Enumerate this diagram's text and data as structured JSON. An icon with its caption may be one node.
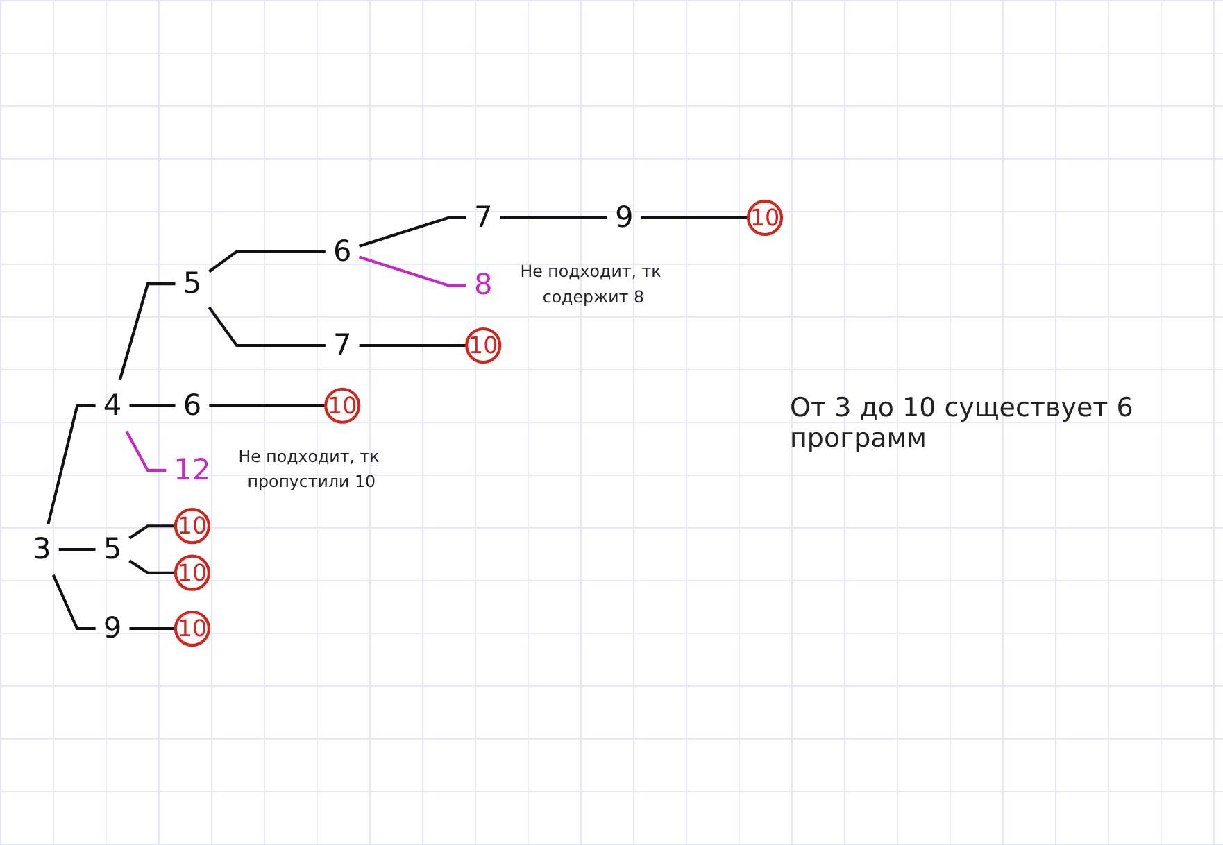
{
  "diagram": {
    "nodes": [
      {
        "text": [
          "3"
        ]
      },
      {
        "text": [
          "4"
        ]
      },
      {
        "text": [
          "5"
        ]
      },
      {
        "text": [
          "6"
        ]
      },
      {
        "text": [
          "7"
        ]
      },
      {
        "text": [
          "9"
        ]
      },
      {
        "text": [
          "10"
        ]
      },
      {
        "text": [
          "8"
        ],
        "beside": [
          "Не подходит, тк содержит 8"
        ]
      },
      {
        "text": [
          "7"
        ]
      },
      {
        "text": [
          "10"
        ]
      },
      {
        "text": [
          "6"
        ]
      },
      {
        "text": [
          "10"
        ]
      },
      {
        "text": [
          "12"
        ],
        "beside": [
          "Не подходит, тк пропустили 10"
        ]
      },
      {
        "text": [
          "5"
        ]
      },
      {
        "text": [
          "10"
        ]
      },
      {
        "text": [
          "10"
        ]
      },
      {
        "text": [
          "9"
        ]
      },
      {
        "text": [
          "10"
        ]
      }
    ],
    "edges": [
      {
        "from": 0,
        "to": 1,
        "arrow": "none"
      },
      {
        "from": 1,
        "to": 2,
        "arrow": "none"
      },
      {
        "from": 2,
        "to": 3,
        "arrow": "none"
      },
      {
        "from": 3,
        "to": 4,
        "arrow": "none"
      },
      {
        "from": 4,
        "to": 5,
        "arrow": "none"
      },
      {
        "from": 5,
        "to": 6,
        "arrow": "none"
      },
      {
        "from": 3,
        "to": 7,
        "arrow": "none",
        "color": "#c42bc4"
      },
      {
        "from": 2,
        "to": 8,
        "arrow": "none"
      },
      {
        "from": 8,
        "to": 9,
        "arrow": "none"
      },
      {
        "from": 1,
        "to": 10,
        "arrow": "none"
      },
      {
        "from": 10,
        "to": 11,
        "arrow": "none"
      },
      {
        "from": 1,
        "to": 12,
        "arrow": "none",
        "color": "#c42bc4"
      },
      {
        "from": 0,
        "to": 13,
        "arrow": "none"
      },
      {
        "from": 13,
        "to": 14,
        "arrow": "none"
      },
      {
        "from": 13,
        "to": 15,
        "arrow": "none"
      },
      {
        "from": 0,
        "to": 16,
        "arrow": "none"
      },
      {
        "from": 16,
        "to": 17,
        "arrow": "none"
      }
    ],
    "labels": [
      "От 3 до 10 существует 6 программ"
    ]
  }
}
